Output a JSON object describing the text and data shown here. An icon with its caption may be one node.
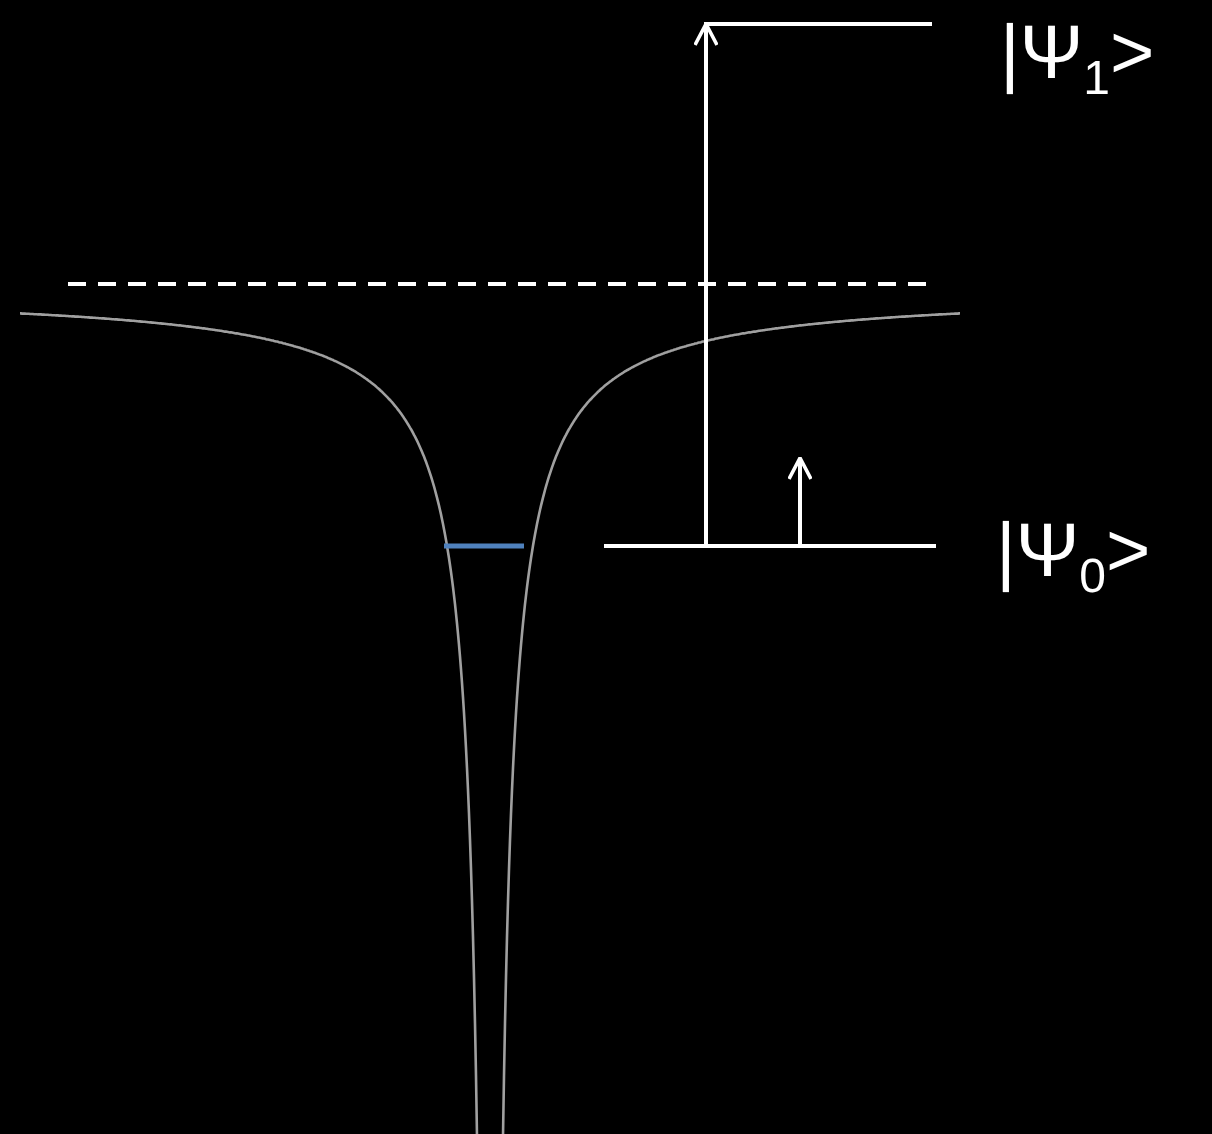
{
  "diagram": {
    "nodes": [
      {
        "text": [
          "|Ψ$_{1}$>"
        ]
      },
      {
        "text": [
          "|Ψ$_{0}$>"
        ]
      }
    ],
    "edges": [
      {
        "from": 1,
        "to": 0,
        "arrow": "to"
      },
      {
        "from": 1,
        "to": null,
        "arrow": "to"
      }
    ]
  }
}
